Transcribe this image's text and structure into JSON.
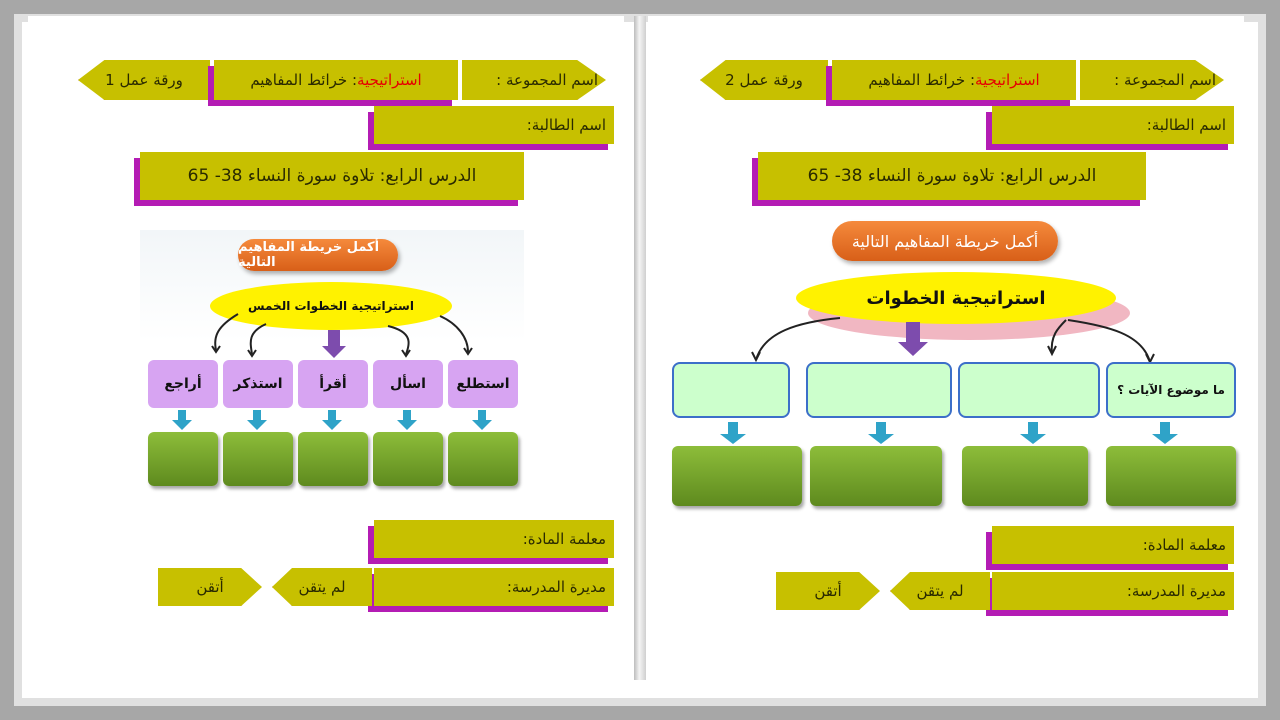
{
  "common": {
    "group_label": "اسم المجموعة :",
    "strategy_prefix": "استراتيجية",
    "strategy_suffix": " : خرائط المفاهيم",
    "student_label": "اسم الطالبة:",
    "lesson": "الدرس الرابع: تلاوة سورة النساء  38- 65",
    "complete_map": "أكمل خريطة المفاهيم التالية",
    "teacher_label": "معلمة المادة:",
    "principal_label": "مديرة المدرسة:",
    "not_mastered": "لم يتقن",
    "mastered": "أتقن"
  },
  "left": {
    "worksheet": "ورقة عمل 1",
    "center": "استراتيجية الخطوات الخمس",
    "steps": [
      "استطلع",
      "اسأل",
      "أقرأ",
      "استذكر",
      "أراجع"
    ]
  },
  "right": {
    "worksheet": "ورقة عمل 2",
    "center": "استراتيجية الخطوات",
    "steps": [
      "ما موضوع الآيات ؟",
      "",
      "",
      ""
    ]
  },
  "colors": {
    "olive": "#c7c000",
    "magenta": "#b41cb4",
    "purple": "#d7a4f2",
    "green": "#6e9c28",
    "mint": "#ccffcc"
  }
}
